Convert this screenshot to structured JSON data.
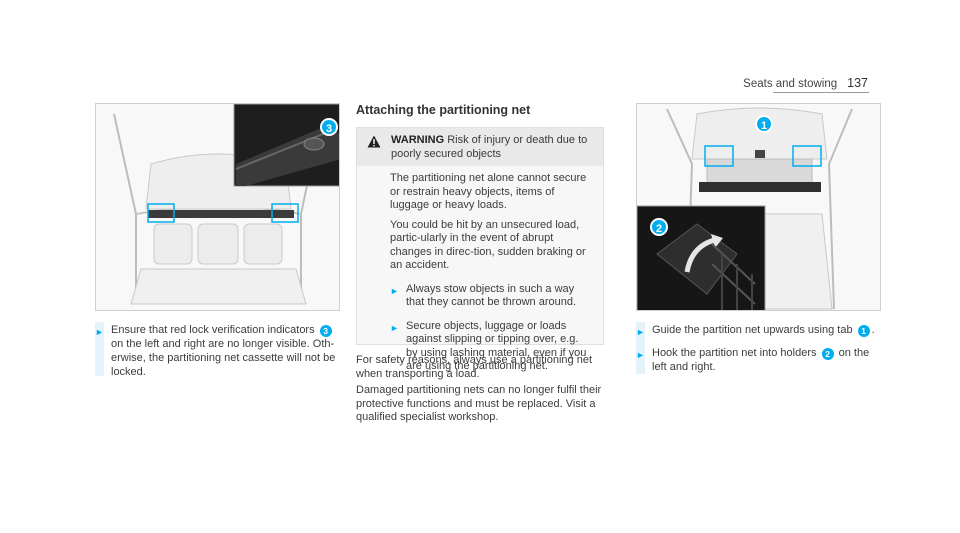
{
  "header": {
    "section": "Seats and stowing",
    "page_number": "137"
  },
  "left_step": {
    "text_before": "Ensure that red lock verification indicators",
    "callout": "3",
    "text_after": "on the left and right are no longer visible. Oth-erwise, the partitioning net cassette will not be locked."
  },
  "middle": {
    "title": "Attaching the partitioning net",
    "warning": {
      "label": "WARNING",
      "headline": "Risk of injury or death due to poorly secured objects",
      "p1": "The partitioning net alone cannot secure or restrain heavy objects, items of luggage or heavy loads.",
      "p2": "You could be hit by an unsecured load, partic-ularly in the event of abrupt changes in direc-tion, sudden braking or an accident.",
      "step1": "Always stow objects in such a way that they cannot be thrown around.",
      "step2": "Secure objects, luggage or loads against slipping or tipping over, e.g. by using lashing material, even if you are using the partitioning net."
    },
    "para1": "For safety reasons, always use a partitioning net when transporting a load.",
    "para2": "Damaged partitioning nets can no longer fulfil their protective functions and must be replaced. Visit a qualified specialist workshop."
  },
  "right_steps": {
    "step1_before": "Guide the partition net upwards using tab",
    "step1_callout": "1",
    "step1_after": ".",
    "step2_before": "Hook the partition net into holders",
    "step2_callout": "2",
    "step2_after": "on the left and right."
  },
  "figures": {
    "fig1_callout": "3",
    "fig2_callout_top": "1",
    "fig2_callout_inset": "2"
  },
  "colors": {
    "accent": "#00adef",
    "bar": "#e4f3fb"
  },
  "icons": {
    "step_arrow": "►",
    "warning": "warning-triangle-icon"
  }
}
